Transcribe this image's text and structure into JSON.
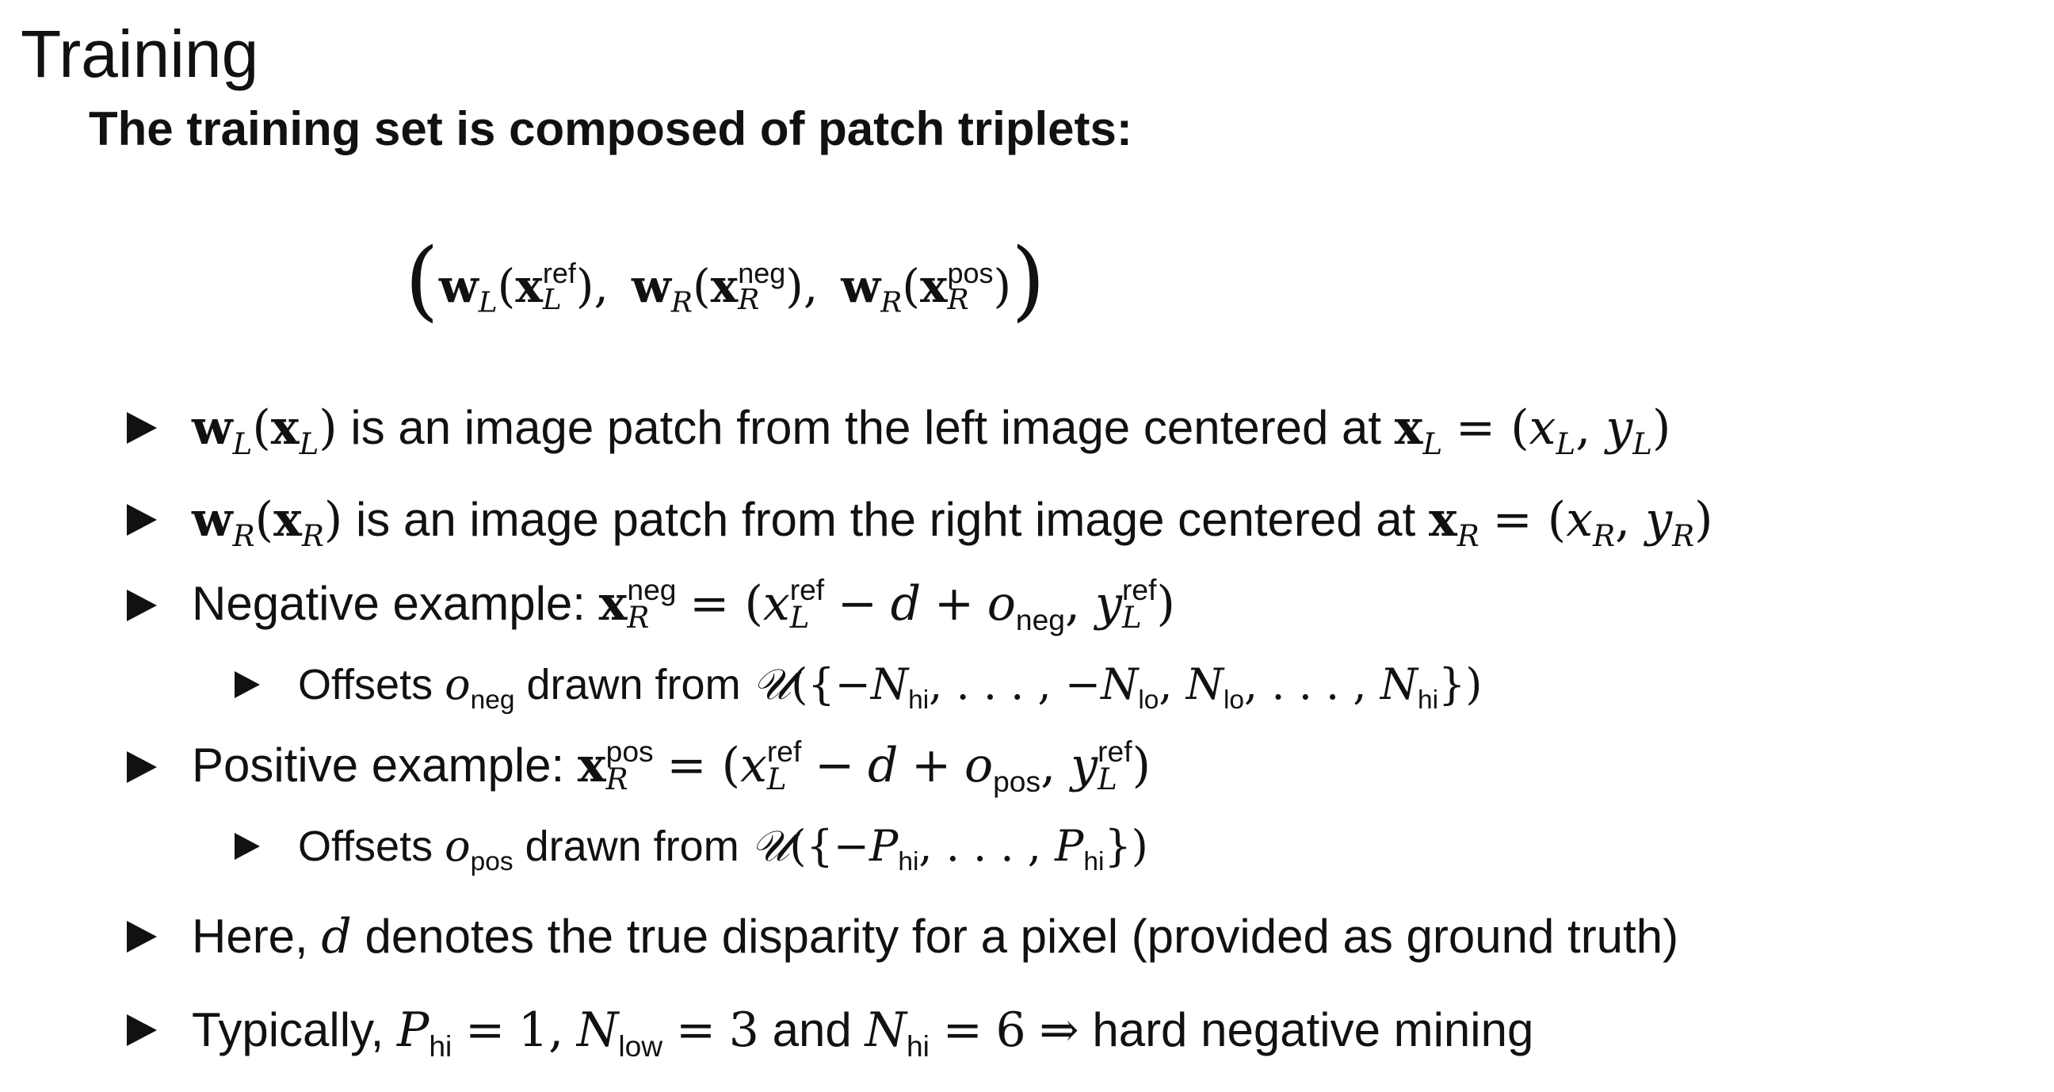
{
  "slide": {
    "title": "Training",
    "subtitle": "The training set is composed of patch triplets:"
  },
  "formula": {
    "w": "w",
    "L": "L",
    "R": "R",
    "x": "x",
    "ref": "ref",
    "neg": "neg",
    "pos": "pos",
    "comma": ",",
    "lparen": "(",
    "rparen": ")"
  },
  "bullets": {
    "b1": {
      "text": "is an image patch from the left image centered at"
    },
    "b2": {
      "text": "is an image patch from the right image centered at"
    },
    "b3": {
      "label": "Negative example:"
    },
    "b3a": {
      "label": "Offsets",
      "text": "drawn from"
    },
    "b4": {
      "label": "Positive example:"
    },
    "b4a": {
      "label": "Offsets",
      "text": "drawn from"
    },
    "b5": {
      "prefix": "Here,",
      "text": "denotes the true disparity for a pixel (provided as ground truth)"
    },
    "b6": {
      "prefix": "Typically,",
      "and": "and",
      "tail": "hard negative mining"
    }
  },
  "math": {
    "d": "d",
    "o": "o",
    "y": "y",
    "xs": "x",
    "N": "N",
    "P": "P",
    "U": "𝒰",
    "hi": "hi",
    "lo": "lo",
    "low": "low",
    "one": "1",
    "three": "3",
    "six": "6"
  }
}
